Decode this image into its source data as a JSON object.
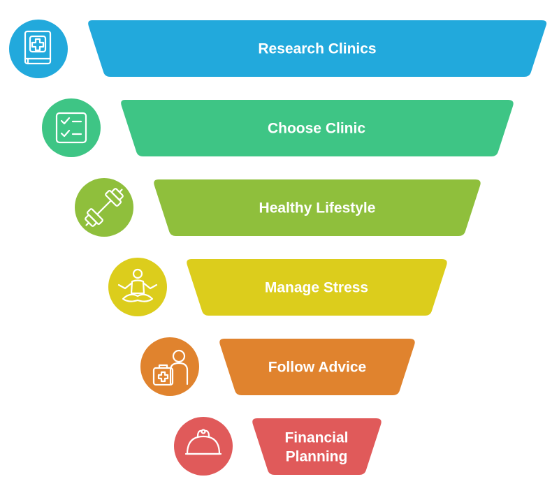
{
  "funnel": {
    "steps": [
      {
        "label": "Research Clinics",
        "color": "#22a9dc",
        "icon": "medical-book-icon"
      },
      {
        "label": "Choose Clinic",
        "color": "#3ec585",
        "icon": "checklist-icon"
      },
      {
        "label": "Healthy Lifestyle",
        "color": "#8fbf3c",
        "icon": "dumbbell-icon"
      },
      {
        "label": "Manage Stress",
        "color": "#dccd1c",
        "icon": "meditation-icon"
      },
      {
        "label": "Follow Advice",
        "color": "#e0832e",
        "icon": "doctor-kit-icon"
      },
      {
        "label": "Financial Planning",
        "color": "#e05a5a",
        "icon": "purse-icon"
      }
    ]
  }
}
